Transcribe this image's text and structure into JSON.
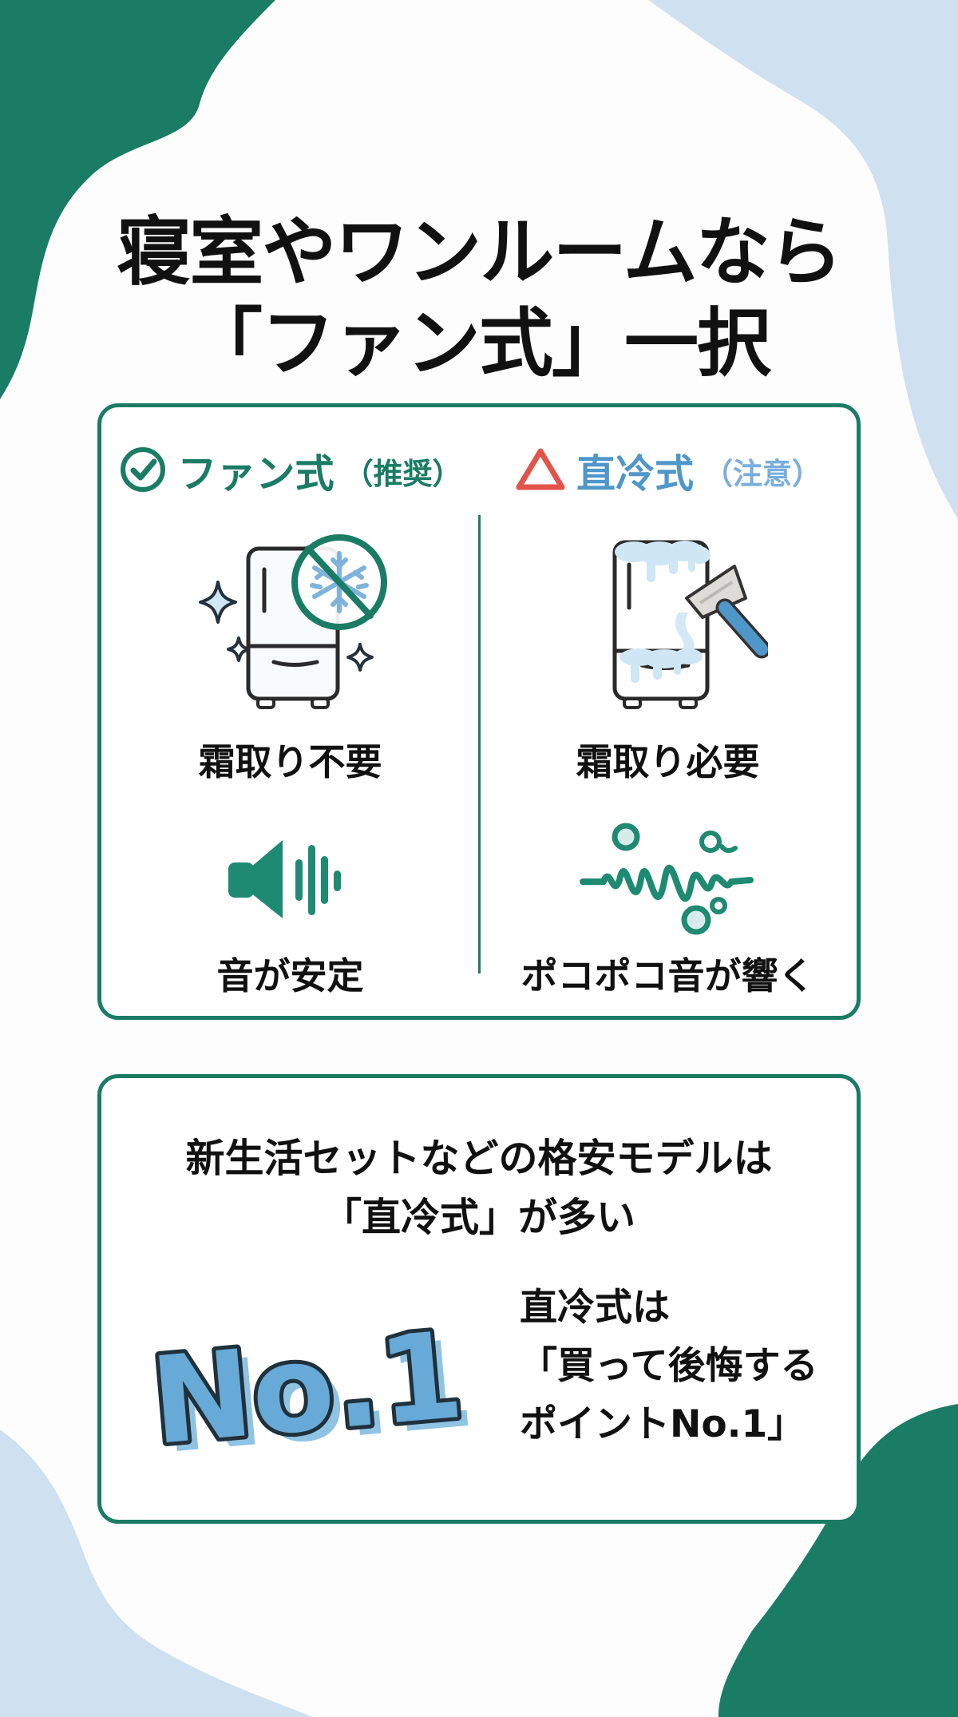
{
  "colors": {
    "green_dark": "#1a7c65",
    "teal_icon": "#1f8a72",
    "light_blue_blob": "#cfe1f0",
    "blue_text": "#4f97c9",
    "blue_badge": "#79aede",
    "red_warning": "#e2544b",
    "text_black": "#111111",
    "no1_fill": "#68aad7",
    "no1_shadow": "#8fc3e4",
    "no1_outline": "#20313b",
    "frost_blue": "#cfe6f5",
    "snowflake_blue": "#7fb3dc",
    "card_bg": "#ffffff"
  },
  "title": {
    "line1": "寝室やワンルームなら",
    "line2": "「ファン式」一択"
  },
  "comparison_card": {
    "fan": {
      "icon": "check-circle-icon",
      "label": "ファン式",
      "badge": "（推奨）",
      "points": [
        {
          "icon": "sparkling-fridge-no-frost-icon",
          "label": "霜取り不要"
        },
        {
          "icon": "speaker-icon",
          "label": "音が安定"
        }
      ]
    },
    "direct": {
      "icon": "warning-triangle-icon",
      "label": "直冷式",
      "badge": "（注意）",
      "points": [
        {
          "icon": "frosted-fridge-scraper-icon",
          "label": "霜取り必要"
        },
        {
          "icon": "bubbling-soundwave-icon",
          "label": "ポコポコ音が響く"
        }
      ]
    }
  },
  "note_card": {
    "heading_line1": "新生活セットなどの格安モデルは",
    "heading_line2": "「直冷式」が多い",
    "rank_badge": "No.1",
    "detail_line1": "直冷式は",
    "detail_line2": "「買って後悔する",
    "detail_line3": "ポイントNo.1」"
  }
}
